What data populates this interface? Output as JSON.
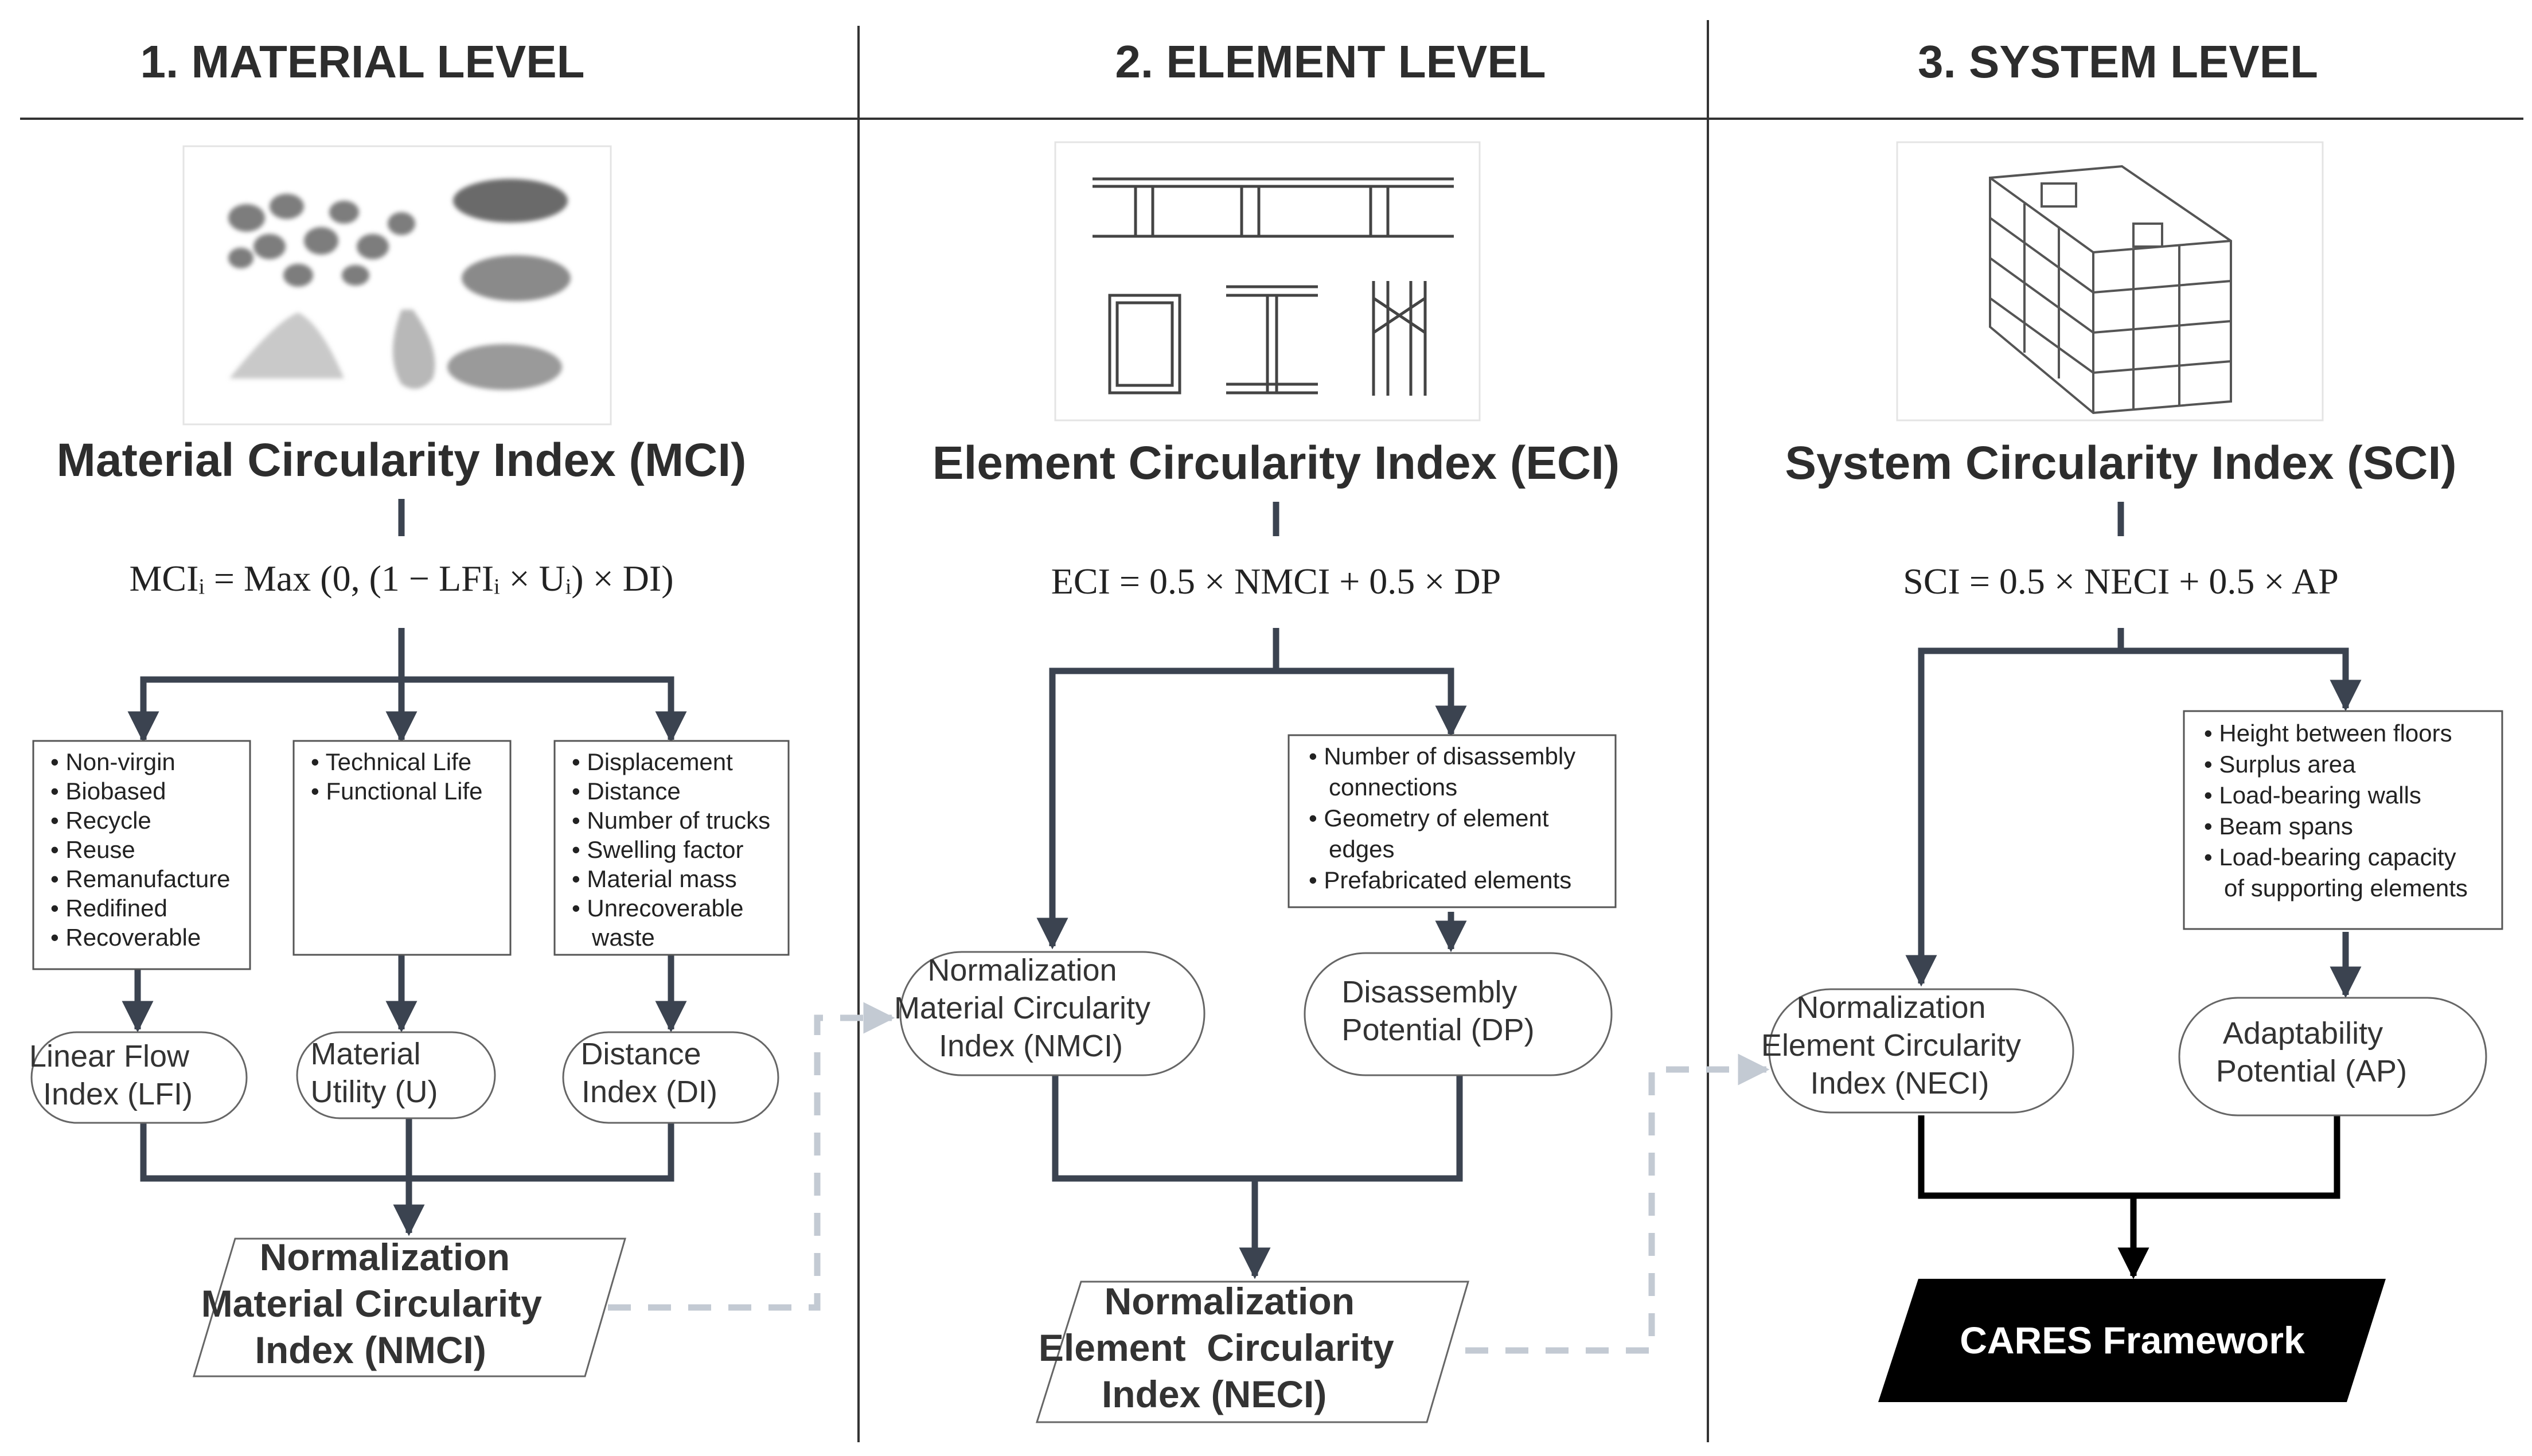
{
  "columns": [
    {
      "heading": "1. MATERIAL LEVEL"
    },
    {
      "heading": "2. ELEMENT LEVEL"
    },
    {
      "heading": "3. SYSTEM LEVEL"
    }
  ],
  "material": {
    "index_title": "Material Circularity Index (MCI)",
    "formula": "MCIᵢ = Max (0, (1 − LFIᵢ × Uᵢ) × DI)",
    "boxes": [
      [
        "• Non-virgin",
        "• Biobased",
        "• Recycle",
        "• Reuse",
        "• Remanufacture",
        "• Redifined",
        "• Recoverable"
      ],
      [
        "• Technical Life",
        "• Functional Life"
      ],
      [
        "• Displacement",
        "• Distance",
        "• Number of trucks",
        "• Swelling factor",
        "• Material mass",
        "• Unrecoverable",
        "   waste"
      ]
    ],
    "indices": [
      [
        "Linear Flow",
        "Index (LFI)"
      ],
      [
        "Material",
        "Utility (U)"
      ],
      [
        "Distance",
        "Index (DI)"
      ]
    ],
    "output": [
      "Normalization",
      "Material Circularity",
      "Index (NMCI)"
    ]
  },
  "element": {
    "index_title": "Element Circularity Index (ECI)",
    "formula": "ECI = 0.5 × NMCI + 0.5 × DP",
    "box": [
      "• Number of disassembly",
      "   connections",
      "• Geometry of element",
      "   edges",
      "• Prefabricated elements"
    ],
    "indices": [
      [
        "Normalization",
        "Material Circularity",
        "Index (NMCI)"
      ],
      [
        "Disassembly",
        "Potential (DP)"
      ]
    ],
    "output": [
      "Normalization",
      "Element  Circularity",
      "Index (NECI)"
    ]
  },
  "system": {
    "index_title": "System Circularity Index (SCI)",
    "formula": "SCI = 0.5 × NECI + 0.5 × AP",
    "box": [
      "• Height between floors",
      "• Surplus area",
      "• Load-bearing walls",
      "• Beam spans",
      "• Load-bearing capacity",
      "   of supporting elements"
    ],
    "indices": [
      [
        "Normalization",
        "Element Circularity",
        "Index (NECI)"
      ],
      [
        "Adaptability",
        "Potential (AP)"
      ]
    ],
    "output": "CARES Framework"
  },
  "colors": {
    "line": "#3b4350",
    "dashed": "#c3cad3",
    "output_fill": "#000000",
    "output_text": "#ffffff"
  }
}
